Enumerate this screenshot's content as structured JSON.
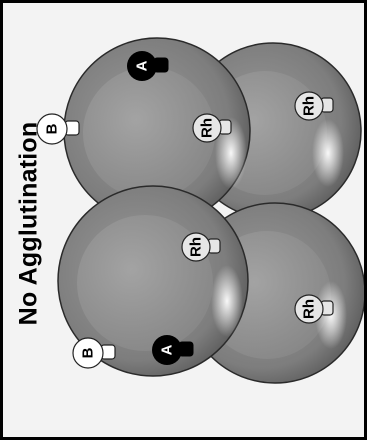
{
  "title": "No Agglutination",
  "antigens": {
    "a_label": "A",
    "b_label": "B",
    "rh_label": "Rh"
  },
  "colors": {
    "cell_rim": "#7a7a7a",
    "cell_center": "#8f8f8f",
    "frame_background": "#f3f3f3",
    "a_antigen": "#000000",
    "b_antigen": "#ffffff",
    "rh_antigen": "#e6e6e6"
  }
}
